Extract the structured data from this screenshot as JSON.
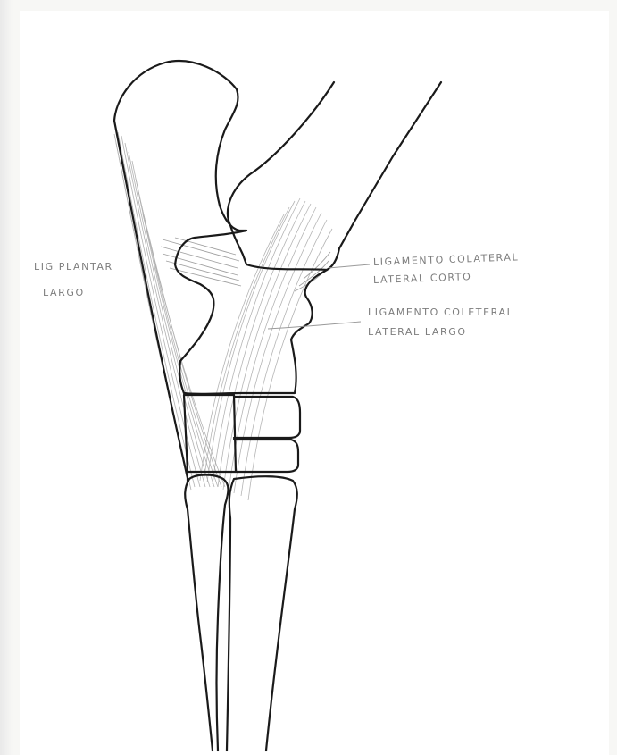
{
  "labels": {
    "plantar_line1": "LIG PLANTAR",
    "plantar_line2": "LARGO",
    "short_line1": "LIGAMENTO COLATERAL",
    "short_line2": "LATERAL CORTO",
    "long_line1": "LIGAMENTO COLETERAL",
    "long_line2": "LATERAL LARGO"
  },
  "colors": {
    "ink": "#1a1a1a",
    "shading": "#9c9c9c",
    "pencil": "#7d7d7d",
    "paper": "#ffffff"
  }
}
